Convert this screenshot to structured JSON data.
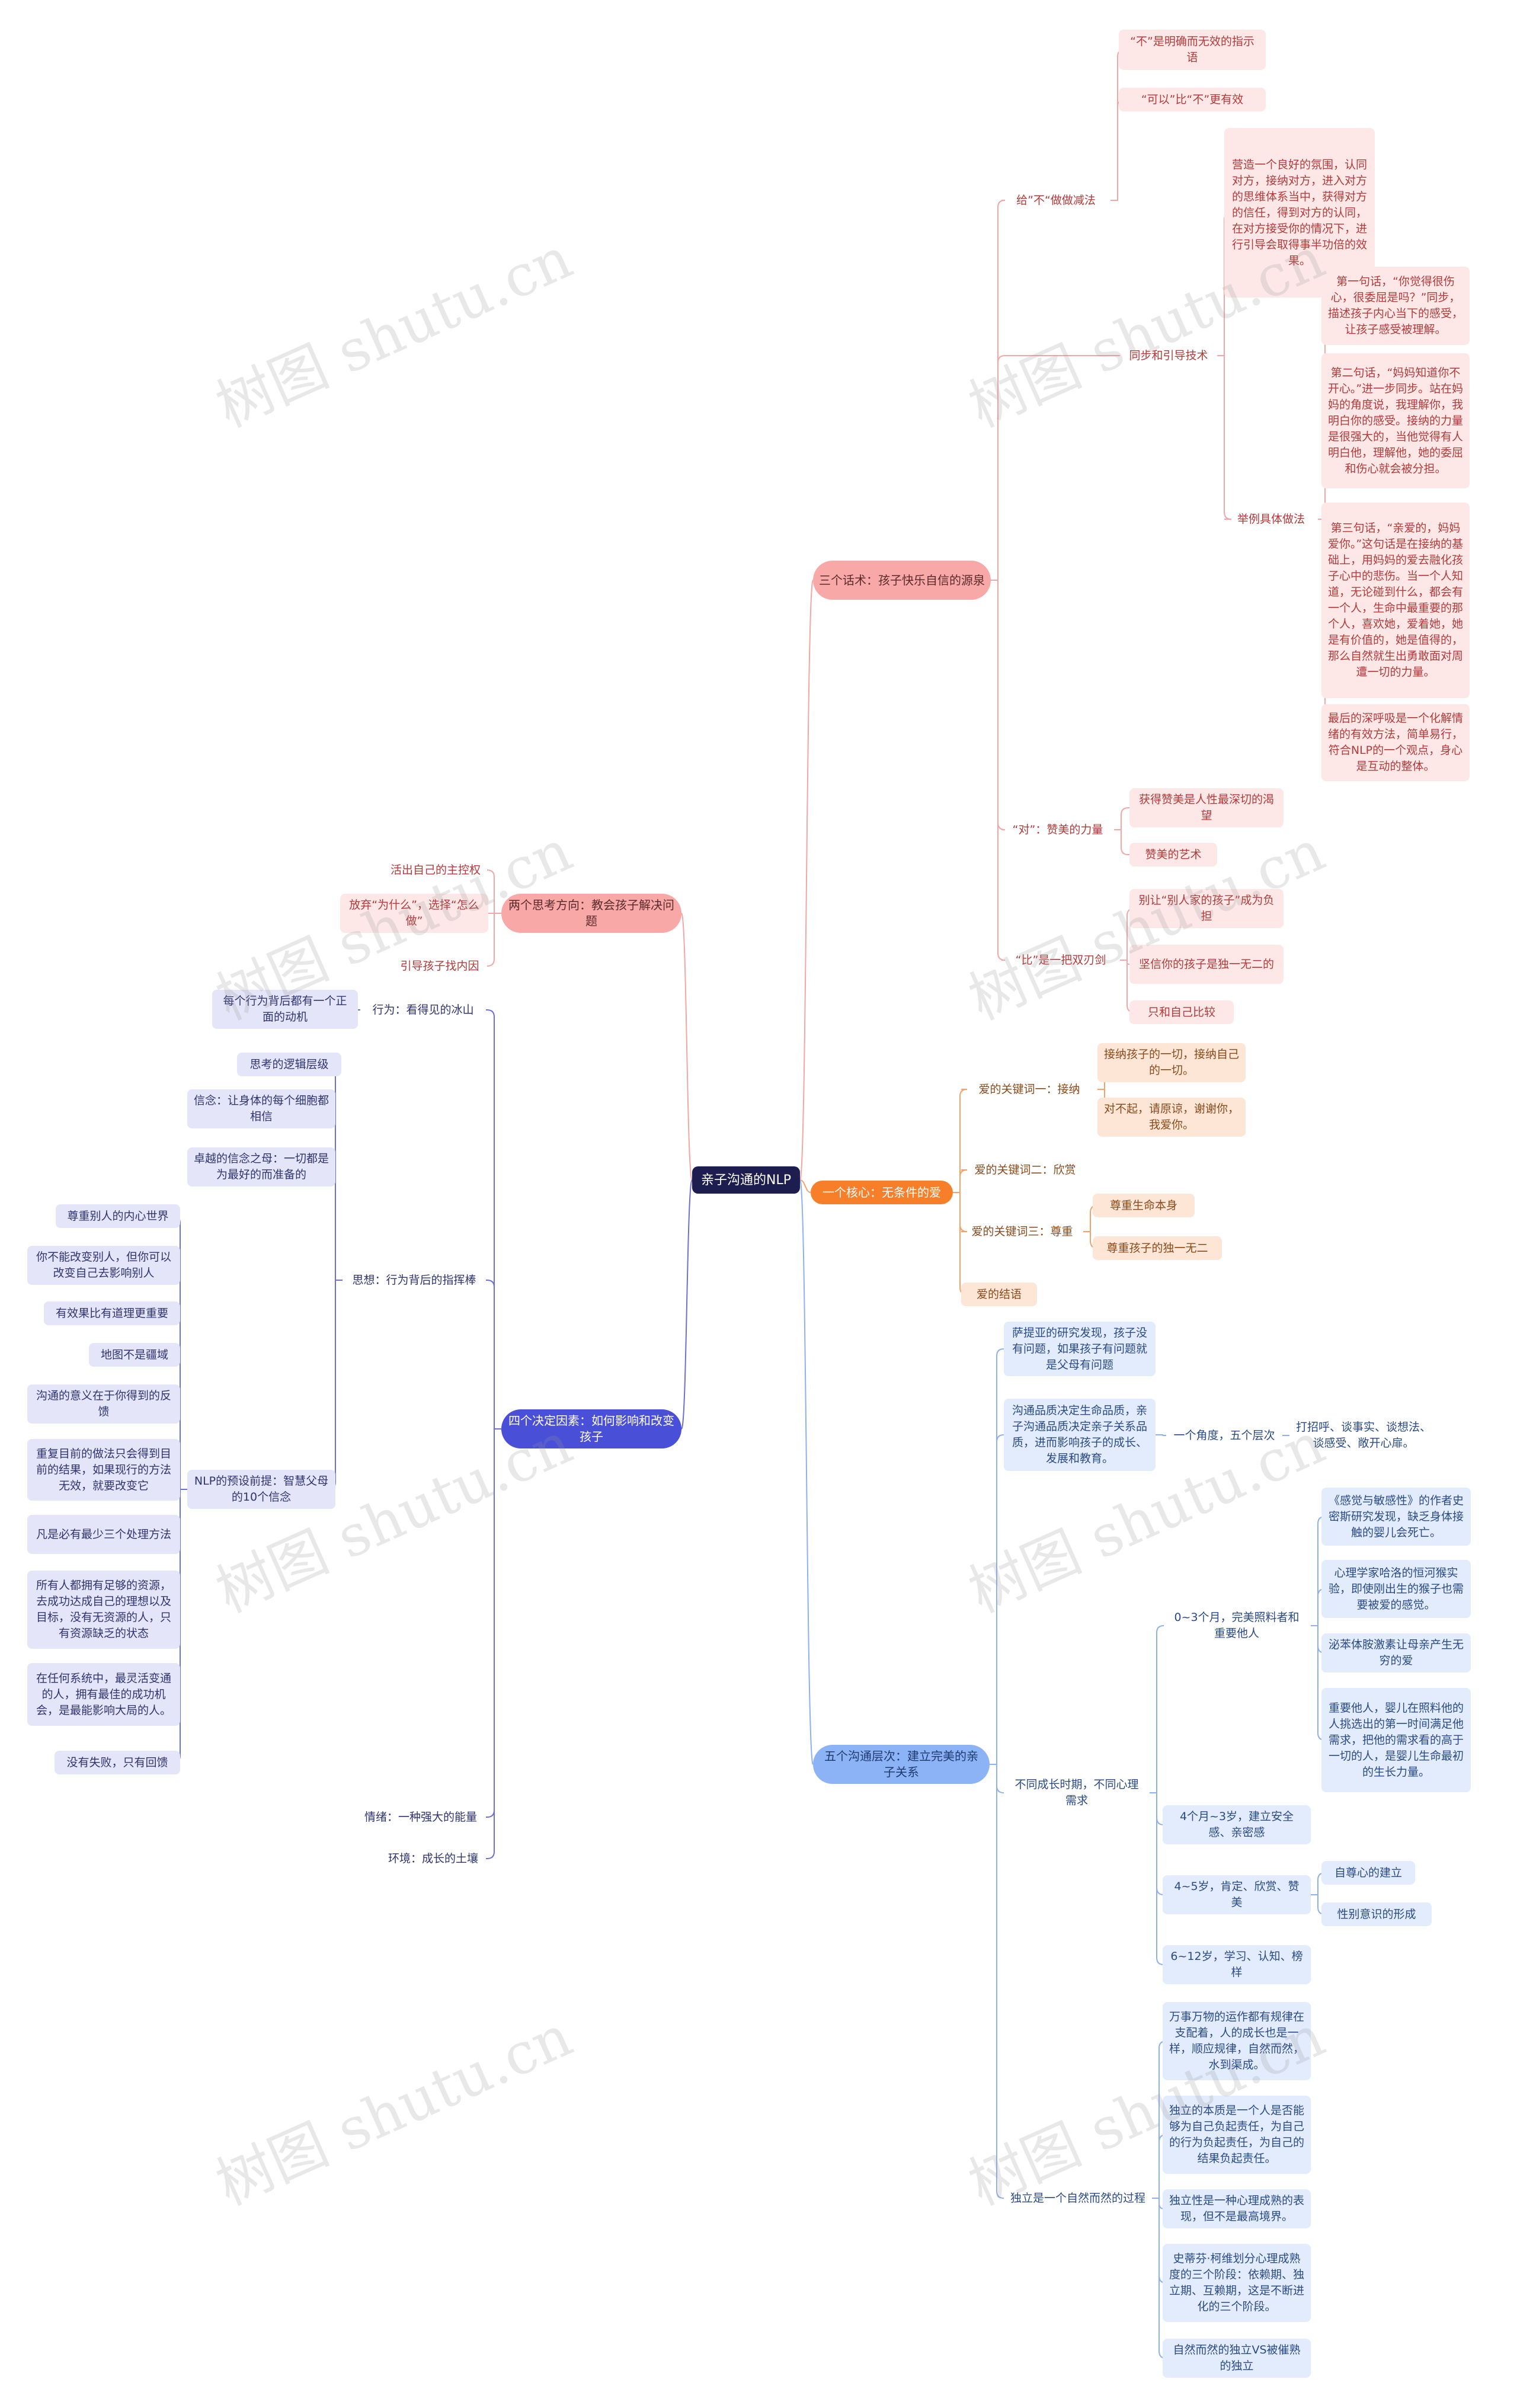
{
  "root": "亲子沟通的NLP",
  "colors": {
    "pink": {
      "main": "#f9a8a8",
      "fill": "#fde8e7",
      "text": "#b33a3a",
      "line": "#f2a6a6"
    },
    "orange": {
      "main": "#f77f2a",
      "fill": "#fde6d6",
      "text": "#8a4a1c",
      "line": "#f5a26a"
    },
    "blue": {
      "main": "#8db3f7",
      "fill": "#e3ecfd",
      "text": "#2a4a86",
      "line": "#8fb0ef"
    },
    "indigo": {
      "main": "#4a4fd8",
      "fill": "#e4e5f8",
      "text": "#2f3470",
      "line": "#6c70d0"
    }
  },
  "nodes": {
    "b1": "三个话术：孩子快乐自信的源泉",
    "b1_1": "给”不“做做减法",
    "b1_1_1": "“不”是明确而无效的指示语",
    "b1_1_2": "“可以”比“不”更有效",
    "b1_2": "同步和引导技术",
    "b1_2_1": "营造一个良好的氛围，认同对方，接纳对方，进入对方的思维体系当中，获得对方的信任，得到对方的认同，在对方接受你的情况下，进行引导会取得事半功倍的效果。",
    "b1_2_2": "举例具体做法",
    "b1_2_2_1": "第一句话，“你觉得很伤心，很委屈是吗？”同步，描述孩子内心当下的感受，让孩子感受被理解。",
    "b1_2_2_2": "第二句话，“妈妈知道你不开心。”进一步同步。站在妈妈的角度说，我理解你，我明白你的感受。接纳的力量是很强大的，当他觉得有人明白他，理解他，她的委屈和伤心就会被分担。",
    "b1_2_2_3": "第三句话，“亲爱的，妈妈爱你。”这句话是在接纳的基础上，用妈妈的爱去融化孩子心中的悲伤。当一个人知道，无论碰到什么，都会有一个人，生命中最重要的那个人，喜欢她，爱着她，她是有价值的，她是值得的，那么自然就生出勇敢面对周遭一切的力量。",
    "b1_2_2_4": "最后的深呼吸是一个化解情绪的有效方法，简单易行，符合NLP的一个观点，身心是互动的整体。",
    "b1_3": "“对”：赞美的力量",
    "b1_3_1": "获得赞美是人性最深切的渴望",
    "b1_3_2": "赞美的艺术",
    "b1_4": "“比”是一把双刃剑",
    "b1_4_1": "别让“别人家的孩子”成为负担",
    "b1_4_2": "坚信你的孩子是独一无二的",
    "b1_4_3": "只和自己比较",
    "b2": "两个思考方向：教会孩子解决问题",
    "b2_1": "活出自己的主控权",
    "b2_2": "放弃“为什么”，选择“怎么做”",
    "b2_3": "引导孩子找内因",
    "b3": "一个核心：无条件的爱",
    "b3_1": "爱的关键词一：接纳",
    "b3_1_1": "接纳孩子的一切，接纳自己的一切。",
    "b3_1_2": "对不起，请原谅，谢谢你，我爱你。",
    "b3_2": "爱的关键词二：欣赏",
    "b3_3": "爱的关键词三：尊重",
    "b3_3_1": "尊重生命本身",
    "b3_3_2": "尊重孩子的独一无二",
    "b3_4": "爱的结语",
    "b4": "四个决定因素：如何影响和改变孩子",
    "b4_1": "行为：看得见的冰山",
    "b4_1_1": "每个行为背后都有一个正面的动机",
    "b4_2": "思想：行为背后的指挥棒",
    "b4_2_1": "思考的逻辑层级",
    "b4_2_2": "信念：让身体的每个细胞都相信",
    "b4_2_3": "卓越的信念之母：一切都是为最好的而准备的",
    "b4_2_4": "NLP的预设前提：智慧父母的10个信念",
    "b4_2_4_1": "尊重别人的内心世界",
    "b4_2_4_2": "你不能改变别人，但你可以改变自己去影响别人",
    "b4_2_4_3": "有效果比有道理更重要",
    "b4_2_4_4": "地图不是疆域",
    "b4_2_4_5": "沟通的意义在于你得到的反馈",
    "b4_2_4_6": "重复目前的做法只会得到目前的结果，如果现行的方法无效，就要改变它",
    "b4_2_4_7": "凡是必有最少三个处理方法",
    "b4_2_4_8": "所有人都拥有足够的资源，去成功达成自己的理想以及目标，没有无资源的人，只有资源缺乏的状态",
    "b4_2_4_9": "在任何系统中，最灵活变通的人，拥有最佳的成功机会，是最能影响大局的人。",
    "b4_2_4_10": "没有失败，只有回馈",
    "b4_3": "情绪：一种强大的能量",
    "b4_4": "环境：成长的土壤",
    "b5": "五个沟通层次：建立完美的亲子关系",
    "b5_1": "萨提亚的研究发现，孩子没有问题，如果孩子有问题就是父母有问题",
    "b5_2": "沟通品质决定生命品质，亲子沟通品质决定亲子关系品质，进而影响孩子的成长、发展和教育。",
    "b5_2_1": "一个角度，五个层次",
    "b5_2_1_1": "打招呼、谈事实、谈想法、谈感受、敞开心扉。",
    "b5_3": "不同成长时期，不同心理需求",
    "b5_3_1": "0~3个月，完美照料者和重要他人",
    "b5_3_1_1": "《感觉与敏感性》的作者史密斯研究发现，缺乏身体接触的婴儿会死亡。",
    "b5_3_1_2": "心理学家哈洛的恒河猴实验，即使刚出生的猴子也需要被爱的感觉。",
    "b5_3_1_3": "泌苯体胺激素让母亲产生无穷的爱",
    "b5_3_1_4": "重要他人，婴儿在照料他的人挑选出的第一时间满足他需求，把他的需求看的高于一切的人，是婴儿生命最初的生长力量。",
    "b5_3_2": "4个月~3岁，建立安全感、亲密感",
    "b5_3_3": "4~5岁，肯定、欣赏、赞美",
    "b5_3_3_1": "自尊心的建立",
    "b5_3_3_2": "性别意识的形成",
    "b5_3_4": "6~12岁，学习、认知、榜样",
    "b5_4": "独立是一个自然而然的过程",
    "b5_4_1": "万事万物的运作都有规律在支配着，人的成长也是一样，顺应规律，自然而然，水到渠成。",
    "b5_4_2": "独立的本质是一个人是否能够为自己负起责任，为自己的行为负起责任，为自己的结果负起责任。",
    "b5_4_3": "独立性是一种心理成熟的表现，但不是最高境界。",
    "b5_4_4": "史蒂芬·柯维划分心理成熟度的三个阶段：依赖期、独立期、互赖期，这是不断进化的三个阶段。",
    "b5_4_5": "自然而然的独立VS被催熟的独立"
  },
  "watermark": "树图 shutu.cn"
}
